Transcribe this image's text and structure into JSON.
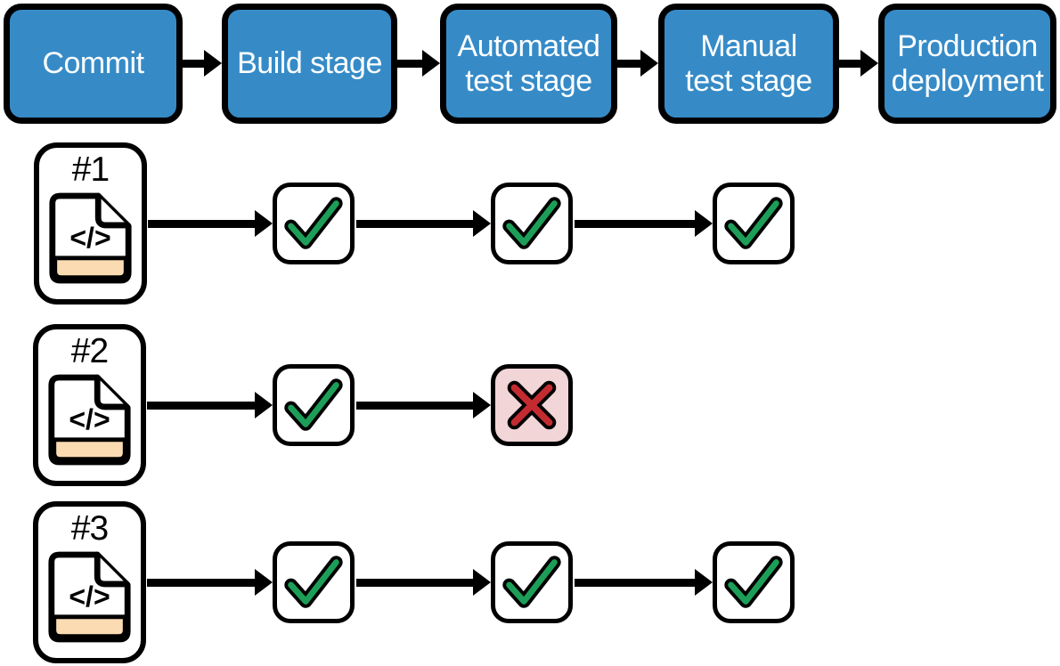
{
  "colors": {
    "stage_fill": "#368bc7",
    "stage_text": "#ffffff",
    "outline": "#000000",
    "pass_green": "#1d9e58",
    "fail_red": "#c42b31",
    "fail_bg": "#f2d5d7",
    "card_fill": "#ffffff",
    "file_strip": "#fbdcb2"
  },
  "pipeline": {
    "stages": [
      {
        "label": "Commit"
      },
      {
        "label": "Build stage"
      },
      {
        "label": "Automated\ntest stage"
      },
      {
        "label": "Manual\ntest stage"
      },
      {
        "label": "Production\ndeployment"
      }
    ]
  },
  "icons": {
    "code_glyph": "</>",
    "pass": "check-mark-icon",
    "fail": "cross-mark-icon"
  },
  "commits": [
    {
      "id": "#1",
      "results": [
        {
          "stage": "Build stage",
          "result": "pass"
        },
        {
          "stage": "Automated test stage",
          "result": "pass"
        },
        {
          "stage": "Manual test stage",
          "result": "pass"
        }
      ]
    },
    {
      "id": "#2",
      "results": [
        {
          "stage": "Build stage",
          "result": "pass"
        },
        {
          "stage": "Automated test stage",
          "result": "fail"
        }
      ]
    },
    {
      "id": "#3",
      "results": [
        {
          "stage": "Build stage",
          "result": "pass"
        },
        {
          "stage": "Automated test stage",
          "result": "pass"
        },
        {
          "stage": "Manual test stage",
          "result": "pass"
        }
      ]
    }
  ]
}
